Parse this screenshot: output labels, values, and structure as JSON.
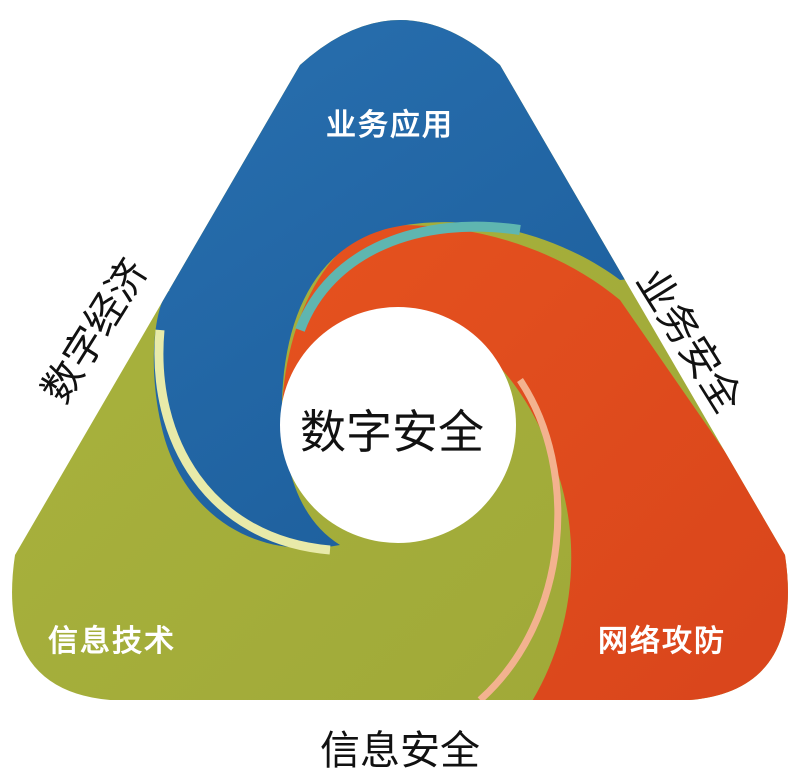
{
  "diagram": {
    "center": "数字安全",
    "segments": [
      {
        "label": "业务应用",
        "color": "#2067a6"
      },
      {
        "label": "网络攻防",
        "color": "#e0491d"
      },
      {
        "label": "信息技术",
        "color": "#a6ae3b"
      }
    ],
    "edges": {
      "left": "数字经济",
      "right": "业务安全",
      "bottom": "信息安全"
    },
    "accent_colors": {
      "inner_blue": "#4f9ccd",
      "inner_orange": "#f08a63",
      "inner_green": "#e8eaa9",
      "teal_strip": "#5fb6b0"
    }
  }
}
